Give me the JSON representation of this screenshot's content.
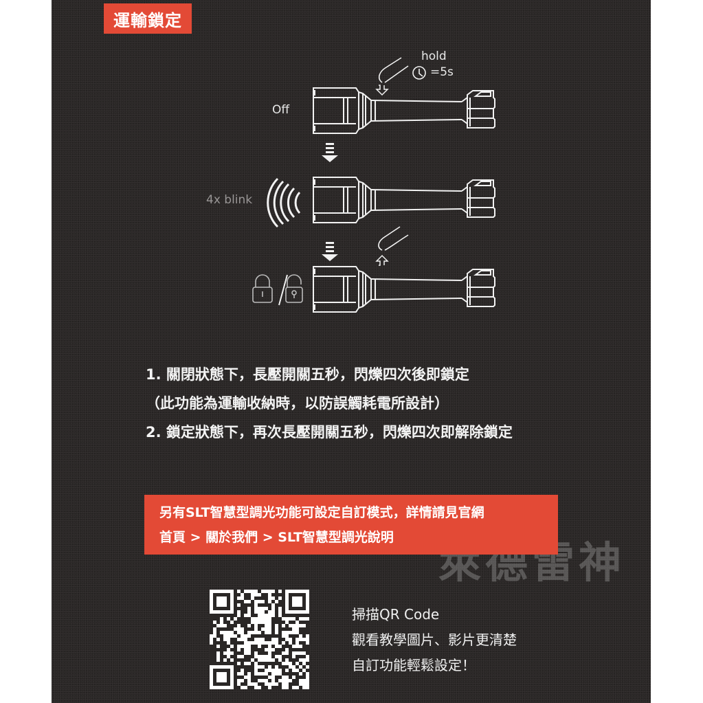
{
  "title": "運輸鎖定",
  "diagram": {
    "step1_label": "Off",
    "hold_label": "hold",
    "hold_duration": "=5s",
    "step2_label": "4x blink",
    "icons": [
      "pointing-finger-icon",
      "clock-icon",
      "down-arrow-icon",
      "blink-waves-icon",
      "lock-icon",
      "unlock-icon",
      "up-arrow-icon",
      "flashlight-icon"
    ]
  },
  "instructions": [
    "1. 關閉狀態下，長壓開關五秒，閃爍四次後即鎖定",
    "（此功能為運輸收納時，以防誤觸耗電所設計）",
    "2. 鎖定狀態下，再次長壓開關五秒，閃爍四次即解除鎖定"
  ],
  "notice": {
    "line1": "另有SLT智慧型調光功能可設定自訂模式，詳情請見官網",
    "line2": "首頁 > 關於我們 > SLT智慧型調光說明"
  },
  "watermark": "萊德雷神",
  "qr_section": {
    "lines": [
      "掃描QR Code",
      "觀看教學圖片、影片更清楚",
      "自訂功能輕鬆設定！"
    ]
  },
  "colors": {
    "accent": "#e34a36",
    "background": "#2a2726",
    "page": "#ffffff"
  }
}
